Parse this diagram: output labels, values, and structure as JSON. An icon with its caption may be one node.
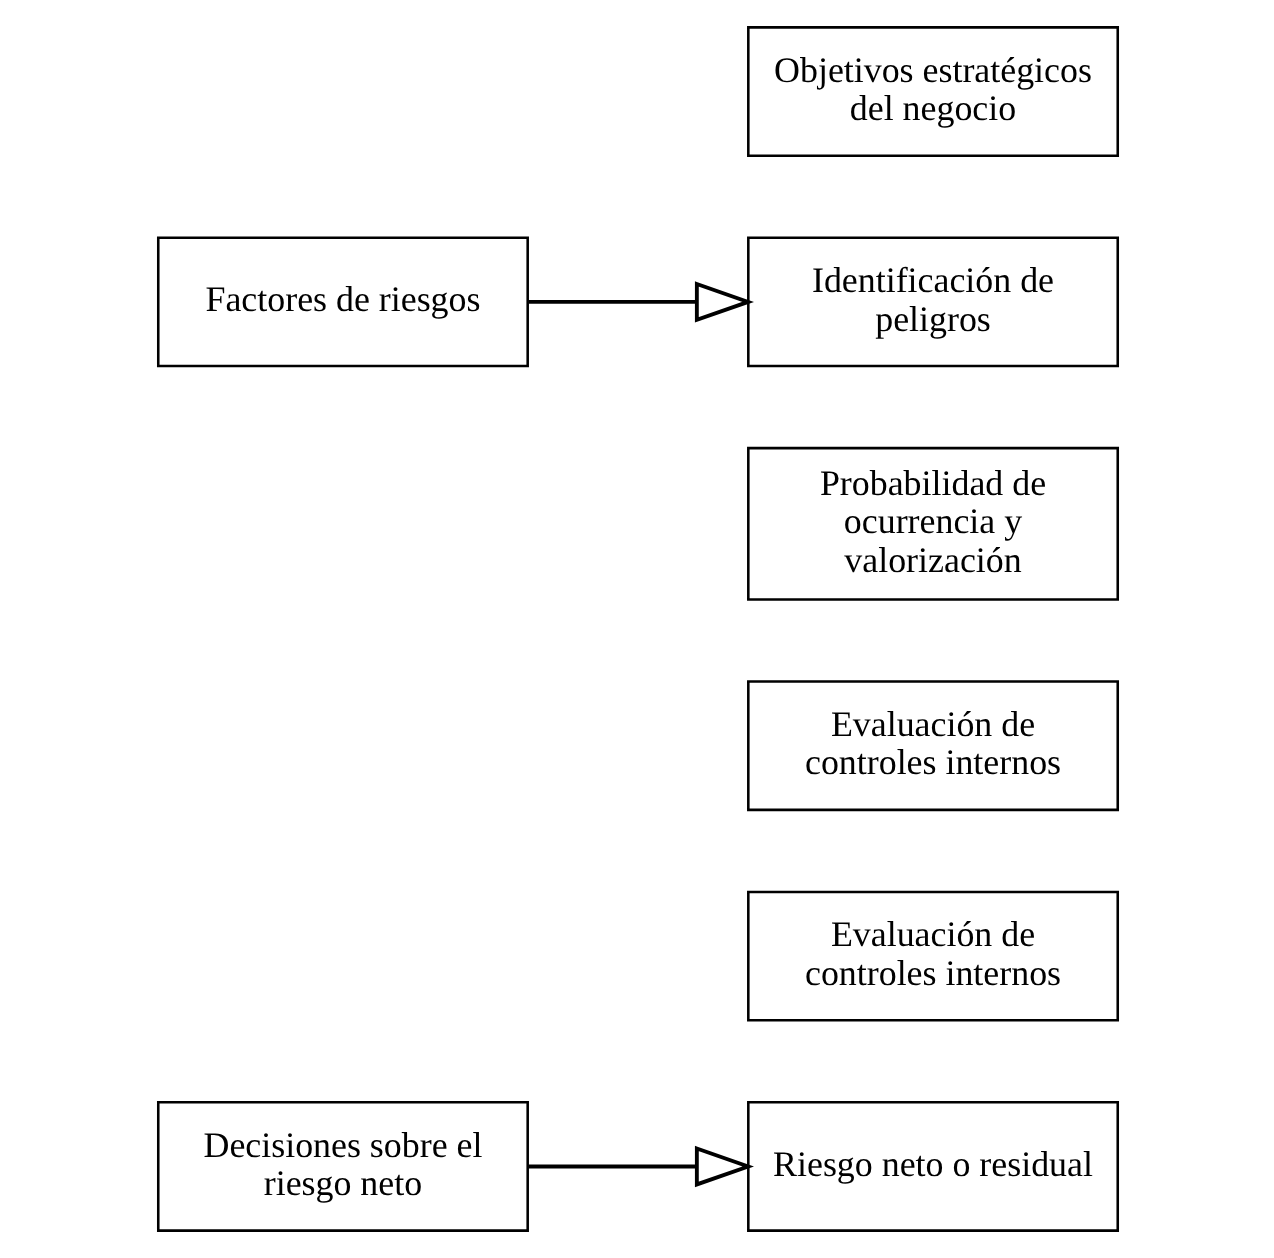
{
  "diagram": {
    "nodes": [
      {
        "text": [
          "Objetivos estratégicos del negocio"
        ]
      },
      {
        "text": [
          "Identificación de peligros"
        ]
      },
      {
        "text": [
          "Probabilidad de ocurrencia y valorización"
        ]
      },
      {
        "text": [
          "Evaluación de controles internos"
        ]
      },
      {
        "text": [
          "Evaluación de controles internos"
        ]
      },
      {
        "text": [
          "Riesgo neto o residual"
        ]
      },
      {
        "text": [
          "Factores de riesgos"
        ]
      },
      {
        "text": [
          "Decisiones sobre el riesgo neto"
        ]
      }
    ],
    "edges": [
      {
        "from": 6,
        "to": 1,
        "arrow": "to"
      },
      {
        "from": 7,
        "to": 5,
        "arrow": "to"
      }
    ]
  }
}
